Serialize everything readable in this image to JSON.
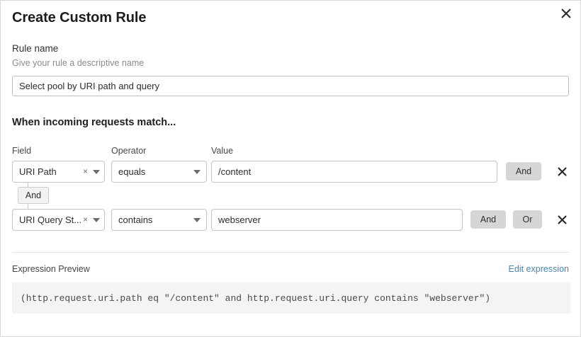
{
  "dialog": {
    "title": "Create Custom Rule",
    "close_label": "close-icon"
  },
  "rule_name": {
    "label": "Rule name",
    "help": "Give your rule a descriptive name",
    "value": "Select pool by URI path and query",
    "placeholder": "Select pool by URI path and query"
  },
  "match": {
    "heading": "When incoming requests match...",
    "columns": {
      "field": "Field",
      "operator": "Operator",
      "value": "Value"
    },
    "connector": {
      "label": "And"
    },
    "rows": [
      {
        "field": "URI Path",
        "operator": "equals",
        "value": "/content",
        "value_placeholder": "Enter value",
        "buttons": [
          "And"
        ],
        "remove_label": "remove-condition"
      },
      {
        "field": "URI Query St...",
        "operator": "contains",
        "value": "webserver",
        "value_placeholder": "Enter value",
        "buttons": [
          "And",
          "Or"
        ],
        "remove_label": "remove-condition"
      }
    ],
    "clear_icon": "×"
  },
  "preview": {
    "label": "Expression Preview",
    "edit_link": "Edit expression",
    "expression": "(http.request.uri.path eq \"/content\" and http.request.uri.query contains \"webserver\")"
  },
  "colors": {
    "link": "#4a86ad",
    "pill_bg": "#d6d6d6",
    "preview_bg": "#f4f4f4",
    "border": "#c4c4c4"
  }
}
